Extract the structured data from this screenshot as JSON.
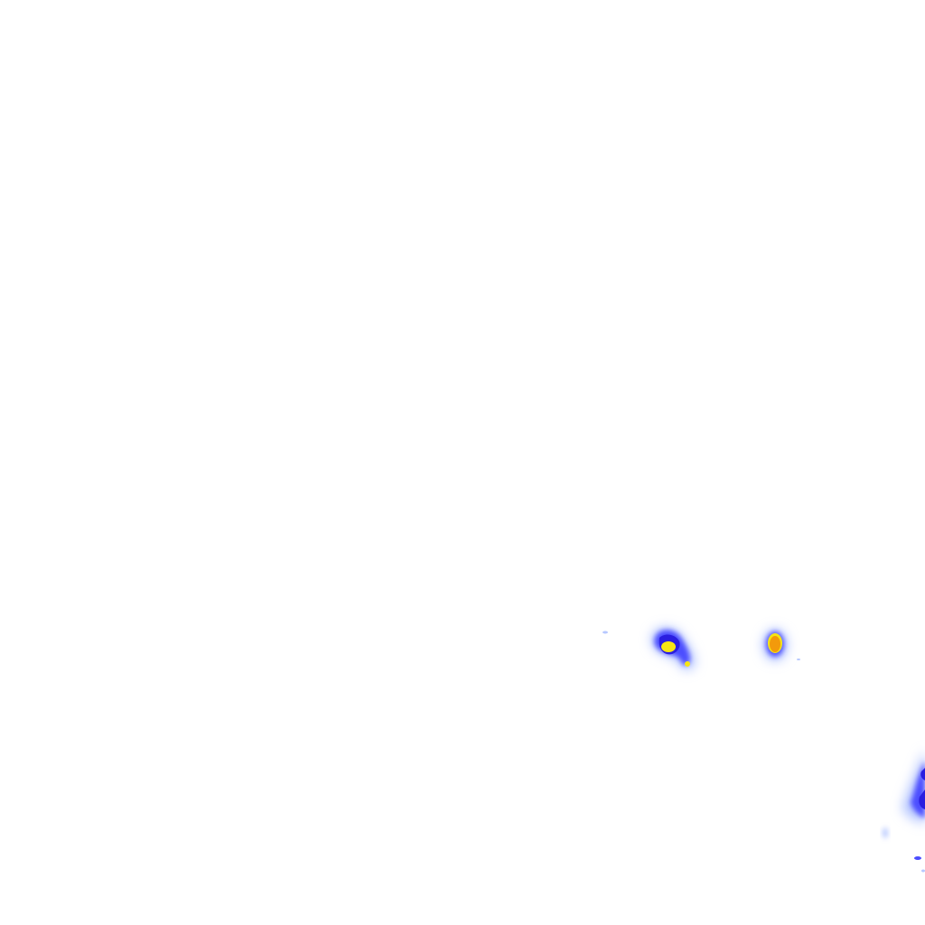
{
  "map": {
    "style": "radar-precipitation-tile",
    "background": "transparent",
    "legend_visible": false,
    "palette": {
      "light": "#b7c8ff",
      "medium": "#4b4dff",
      "strong": "#2a1ee0",
      "heavy": "#f6e514",
      "intense": "#f39a0b"
    },
    "cells": [
      {
        "name": "cell-west",
        "peak_level": "heavy"
      },
      {
        "name": "cell-east",
        "peak_level": "intense"
      },
      {
        "name": "cell-edge",
        "peak_level": "strong"
      }
    ]
  }
}
